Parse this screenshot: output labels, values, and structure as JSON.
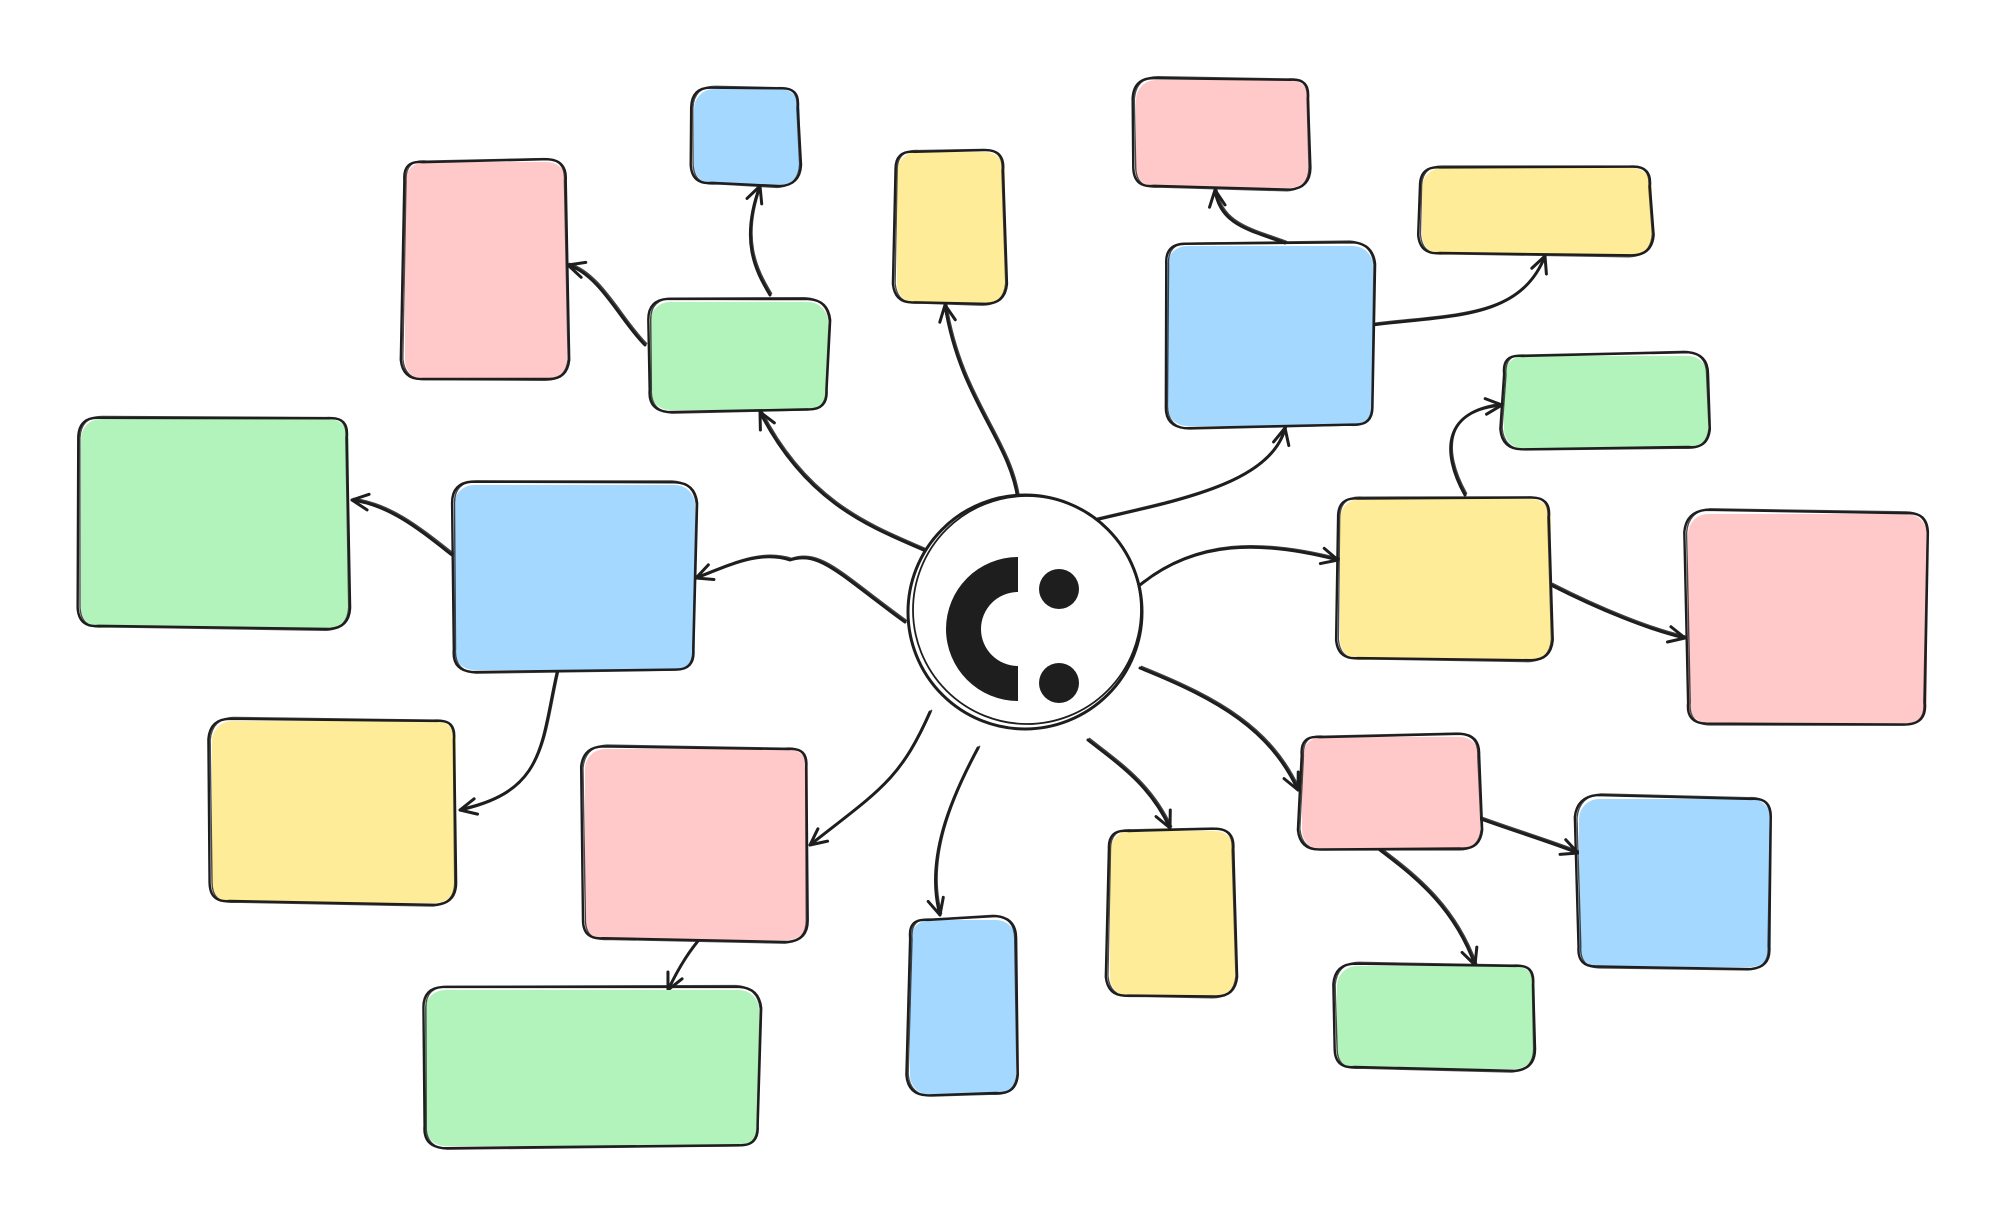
{
  "diagram": {
    "type": "mind-map",
    "center": {
      "icon": "smiley-logo-icon"
    },
    "colors": {
      "stroke": "#1e1e1e",
      "background": "#ffffff",
      "green": "#b2f2bb",
      "blue": "#a5d8ff",
      "pink": "#ffc9c9",
      "yellow": "#ffec99"
    },
    "nodes": [
      {
        "id": "node-blue-left",
        "color": "blue"
      },
      {
        "id": "node-green-far-left",
        "color": "green"
      },
      {
        "id": "node-yellow-lower-left",
        "color": "yellow"
      },
      {
        "id": "node-green-top-left",
        "color": "green"
      },
      {
        "id": "node-pink-top-left",
        "color": "pink"
      },
      {
        "id": "node-blue-top-small",
        "color": "blue"
      },
      {
        "id": "node-yellow-top",
        "color": "yellow"
      },
      {
        "id": "node-blue-top-right",
        "color": "blue"
      },
      {
        "id": "node-pink-top-right",
        "color": "pink"
      },
      {
        "id": "node-yellow-top-right",
        "color": "yellow"
      },
      {
        "id": "node-yellow-right",
        "color": "yellow"
      },
      {
        "id": "node-green-right",
        "color": "green"
      },
      {
        "id": "node-pink-far-right",
        "color": "pink"
      },
      {
        "id": "node-pink-lower-right",
        "color": "pink"
      },
      {
        "id": "node-blue-lower-right",
        "color": "blue"
      },
      {
        "id": "node-green-lower-right",
        "color": "green"
      },
      {
        "id": "node-yellow-bottom",
        "color": "yellow"
      },
      {
        "id": "node-blue-bottom",
        "color": "blue"
      },
      {
        "id": "node-pink-bottom-left",
        "color": "pink"
      },
      {
        "id": "node-green-bottom-left",
        "color": "green"
      }
    ],
    "edges": [
      {
        "from": "center",
        "to": "node-blue-left"
      },
      {
        "from": "node-blue-left",
        "to": "node-green-far-left"
      },
      {
        "from": "node-blue-left",
        "to": "node-yellow-lower-left"
      },
      {
        "from": "center",
        "to": "node-green-top-left"
      },
      {
        "from": "node-green-top-left",
        "to": "node-pink-top-left"
      },
      {
        "from": "node-green-top-left",
        "to": "node-blue-top-small"
      },
      {
        "from": "center",
        "to": "node-yellow-top"
      },
      {
        "from": "center",
        "to": "node-blue-top-right"
      },
      {
        "from": "node-blue-top-right",
        "to": "node-pink-top-right"
      },
      {
        "from": "node-blue-top-right",
        "to": "node-yellow-top-right"
      },
      {
        "from": "center",
        "to": "node-yellow-right"
      },
      {
        "from": "node-yellow-right",
        "to": "node-green-right"
      },
      {
        "from": "node-yellow-right",
        "to": "node-pink-far-right"
      },
      {
        "from": "center",
        "to": "node-pink-lower-right"
      },
      {
        "from": "node-pink-lower-right",
        "to": "node-blue-lower-right"
      },
      {
        "from": "node-pink-lower-right",
        "to": "node-green-lower-right"
      },
      {
        "from": "center",
        "to": "node-yellow-bottom"
      },
      {
        "from": "center",
        "to": "node-blue-bottom"
      },
      {
        "from": "center",
        "to": "node-pink-bottom-left"
      },
      {
        "from": "node-pink-bottom-left",
        "to": "node-green-bottom-left"
      }
    ]
  }
}
